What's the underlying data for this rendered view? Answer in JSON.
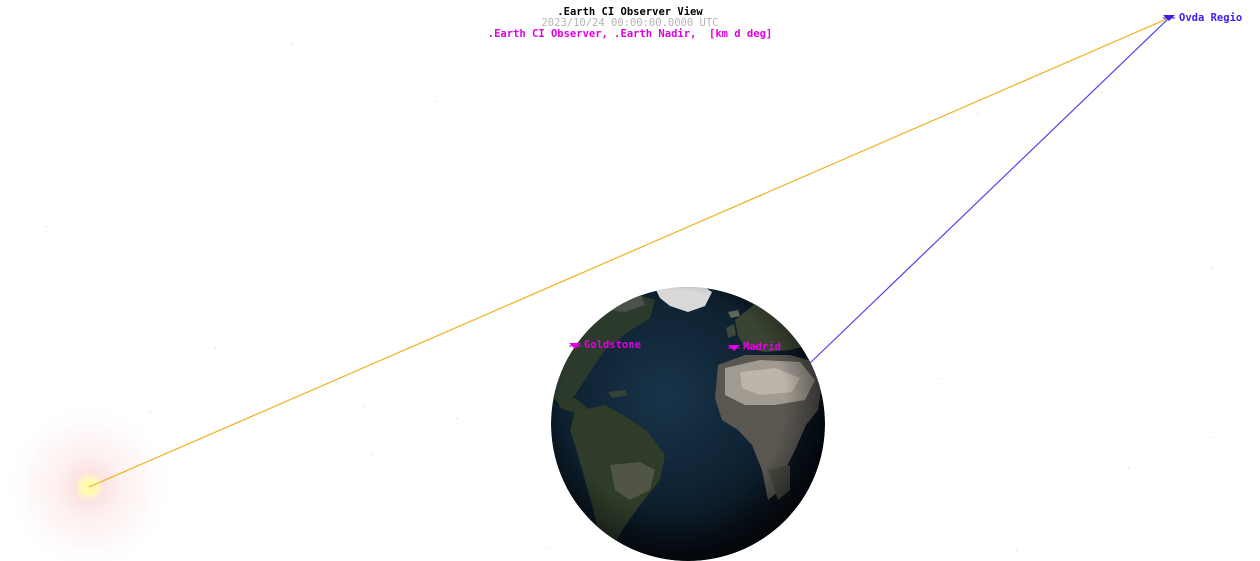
{
  "view": {
    "title": ".Earth CI Observer View",
    "timestamp": "2023/10/24 00:00:00.0000 UTC",
    "legend": ".Earth CI Observer, .Earth Nadir,  [km d deg]"
  },
  "bodies": {
    "earth": "globe-icon",
    "sun": "sun-icon"
  },
  "markers": [
    {
      "id": "goldstone",
      "label": "Goldstone",
      "color": "#e000e0"
    },
    {
      "id": "madrid",
      "label": "Madrid",
      "color": "#e000e0"
    },
    {
      "id": "ovda-regio",
      "label": "Ovda Regio",
      "color": "#3a1fe8"
    }
  ],
  "vectors": {
    "sun_line_color": "#f0b020",
    "ovda_line_color": "#5040f0"
  },
  "colors": {
    "background": "#ffffff",
    "title": "#000000",
    "timestamp": "#b4b4b4",
    "legend": "#e000e0",
    "ground_station": "#e000e0",
    "target": "#3a1fe8"
  }
}
